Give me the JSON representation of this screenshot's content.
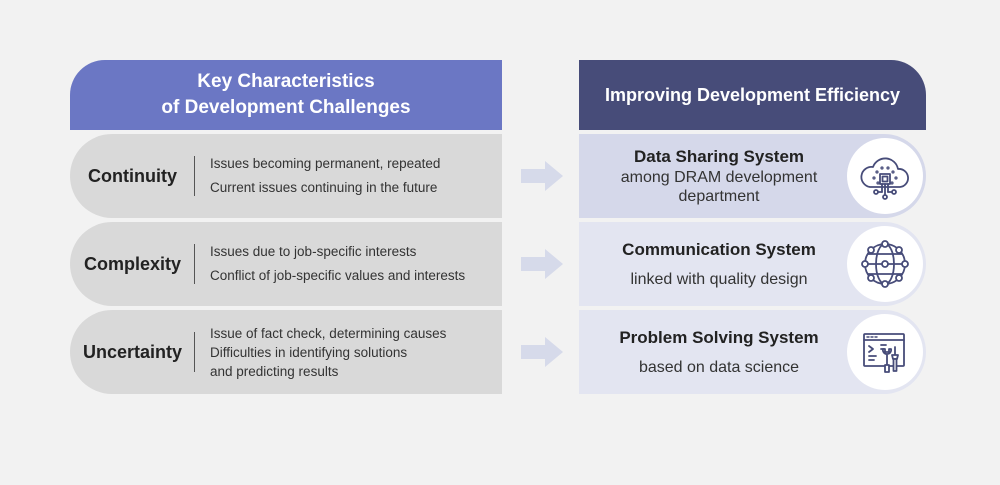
{
  "left_header": {
    "line1": "Key Characteristics",
    "line2": "of Development Challenges"
  },
  "right_header": {
    "title": "Improving Development Efficiency"
  },
  "challenges": [
    {
      "title": "Continuity",
      "desc": [
        "Issues becoming permanent, repeated",
        "Current issues continuing in the future"
      ]
    },
    {
      "title": "Complexity",
      "desc": [
        "Issues due to job-specific interests",
        "Conflict of job-specific values and interests"
      ]
    },
    {
      "title": "Uncertainty",
      "desc": [
        "Issue of fact check, determining causes",
        "Difficulties in identifying solutions",
        "and predicting results"
      ]
    }
  ],
  "solutions": [
    {
      "title": "Data Sharing System",
      "sub1": "among DRAM development",
      "sub2": "department",
      "icon": "cloud-chip-icon"
    },
    {
      "title": "Communication System",
      "sub1": "linked with quality design",
      "icon": "network-globe-icon"
    },
    {
      "title": "Problem Solving System",
      "sub1": "based on data science",
      "icon": "code-tools-icon"
    }
  ],
  "colors": {
    "left_header": "#6b77c4",
    "right_header": "#474c79",
    "left_row": "#d9d9d9",
    "right_row": "#d5d8ea",
    "icon_stroke": "#474c79",
    "arrow": "#d6daea"
  }
}
